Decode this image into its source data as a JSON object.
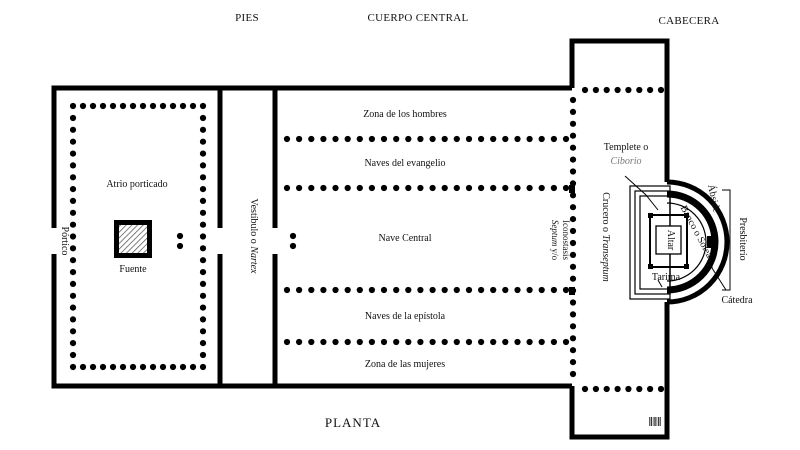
{
  "title": "PLANTA",
  "sections": {
    "pies": "PIES",
    "cuerpo": "CUERPO CENTRAL",
    "cabecera": "CABECERA"
  },
  "labels": {
    "portico": "Pórtico",
    "atrio": "Atrio porticado",
    "fuente": "Fuente",
    "vestibulo_pre": "Vestíbulo o ",
    "vestibulo_it": "Nartex",
    "zona_hombres": "Zona de los hombres",
    "naves_evangelio": "Naves del evangelio",
    "nave_central": "Nave Central",
    "naves_epistola": "Naves de la epístola",
    "zona_mujeres": "Zona de las mujeres",
    "septum_it": "Septum",
    "septum_post": " y/o",
    "iconostasis": "Iconostasis",
    "crucero_pre": "Crucero o ",
    "crucero_it": "Transeptum",
    "templete": "Templete o",
    "ciborio": "Ciborio",
    "altar": "Altar",
    "tarima": "Tarima",
    "banco": "Banco o Solea",
    "abside": "Ábside",
    "presbiterio": "Presbiterio",
    "catedra": "Cátedra",
    "scale_mark": "ǁǁǁ"
  }
}
